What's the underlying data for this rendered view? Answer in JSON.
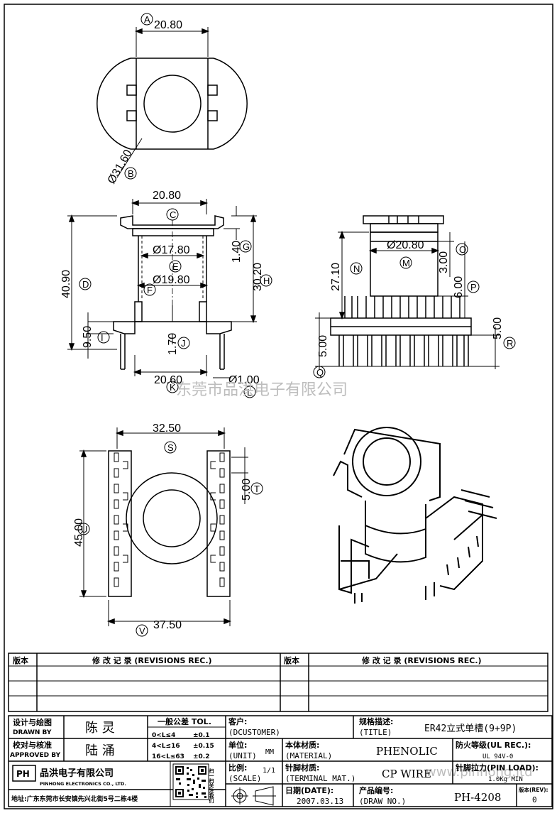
{
  "drawing": {
    "top_view": {
      "dim_width": "20.80",
      "dim_diameter": "Ø31.60",
      "bubble_a": "A",
      "bubble_b": "B"
    },
    "front_view": {
      "dim_top_width": "20.80",
      "dim_inner1": "Ø17.80",
      "dim_inner2": "Ø19.80",
      "dim_bottom_width": "20.60",
      "dim_pin_dia": "Ø1.00",
      "dim_total_height": "40.90",
      "dim_flange": "1.40",
      "dim_body": "30.20",
      "dim_base": "9.50",
      "dim_gap": "1.70",
      "bubbles": [
        "C",
        "D",
        "E",
        "F",
        "G",
        "H",
        "I",
        "J",
        "K",
        "L"
      ]
    },
    "side_view": {
      "dim_center": "Ø20.80",
      "dim_height": "27.10",
      "dim_top": "3.00",
      "dim_mid": "6.00",
      "dim_pin_len": "5.00",
      "dim_pin_len2": "5.00",
      "bubbles": [
        "M",
        "N",
        "O",
        "P",
        "Q",
        "R"
      ]
    },
    "bottom_view": {
      "dim_row_spacing": "32.50",
      "dim_pitch": "5.00",
      "dim_length": "45.00",
      "dim_width": "37.50",
      "bubbles": [
        "S",
        "T",
        "U",
        "V"
      ]
    },
    "watermark_center": "东莞市品洪电子有限公司",
    "watermark_corner": "www.pinhong.ltd"
  },
  "revisions": {
    "col_version": "版本",
    "col_record": "修 改 记 录 (REVISIONS REC.)",
    "col_version2": "版本",
    "col_record2": "修 改 记 录 (REVISIONS REC.)"
  },
  "titleblock": {
    "designed_label_cn": "设计与绘图",
    "designed_label_en": "DRAWN BY",
    "designed_value": "陈 灵",
    "checked_label_cn": "校对与核准",
    "checked_label_en": "APPROVED BY",
    "checked_value": "陆 涌",
    "tolerance_title": "一般公差 TOL.",
    "tolerance_rows": [
      {
        "range": "0<L≤4",
        "tol": "±0.1"
      },
      {
        "range": "4<L≤16",
        "tol": "±0.15"
      },
      {
        "range": "16<L≤63",
        "tol": "±0.2"
      }
    ],
    "customer_label": "客户:",
    "customer_en": "(DCUSTOMER)",
    "unit_label": "单位:",
    "unit_en": "(UNIT)",
    "unit_value": "MM",
    "scale_label": "比例:",
    "scale_en": "(SCALE)",
    "scale_value": "1/1",
    "date_label": "日期(DATE):",
    "date_value": "2007.03.13",
    "spec_label": "规格描述:",
    "spec_en": "(TITLE)",
    "spec_value": "ER42立式单槽(9+9P)",
    "material_label": "本体材质:",
    "material_en": "(MATERIAL)",
    "material_value": "PHENOLIC",
    "terminal_label": "针脚材质:",
    "terminal_en": "(TERMINAL MAT.)",
    "terminal_value": "CP WIRE",
    "drawno_label": "产品编号:",
    "drawno_en": "(DRAW NO.)",
    "drawno_value": "PH-4208",
    "flame_label": "防火等级(UL REC.):",
    "flame_value": "UL 94V-0",
    "pinload_label": "针脚拉力(PIN LOAD):",
    "pinload_value": "1.0Kg MIN",
    "rev_label": "版本(REV):",
    "rev_value": "0",
    "company_cn": "品洪电子有限公司",
    "company_en": "PINHONG ELECTRONICS CO., LTD.",
    "address": "地址:广东东莞市长安镇先兴北街5号二栋4楼",
    "logo_text": "PH",
    "qr_side_text": "扫一扫关注我们"
  }
}
